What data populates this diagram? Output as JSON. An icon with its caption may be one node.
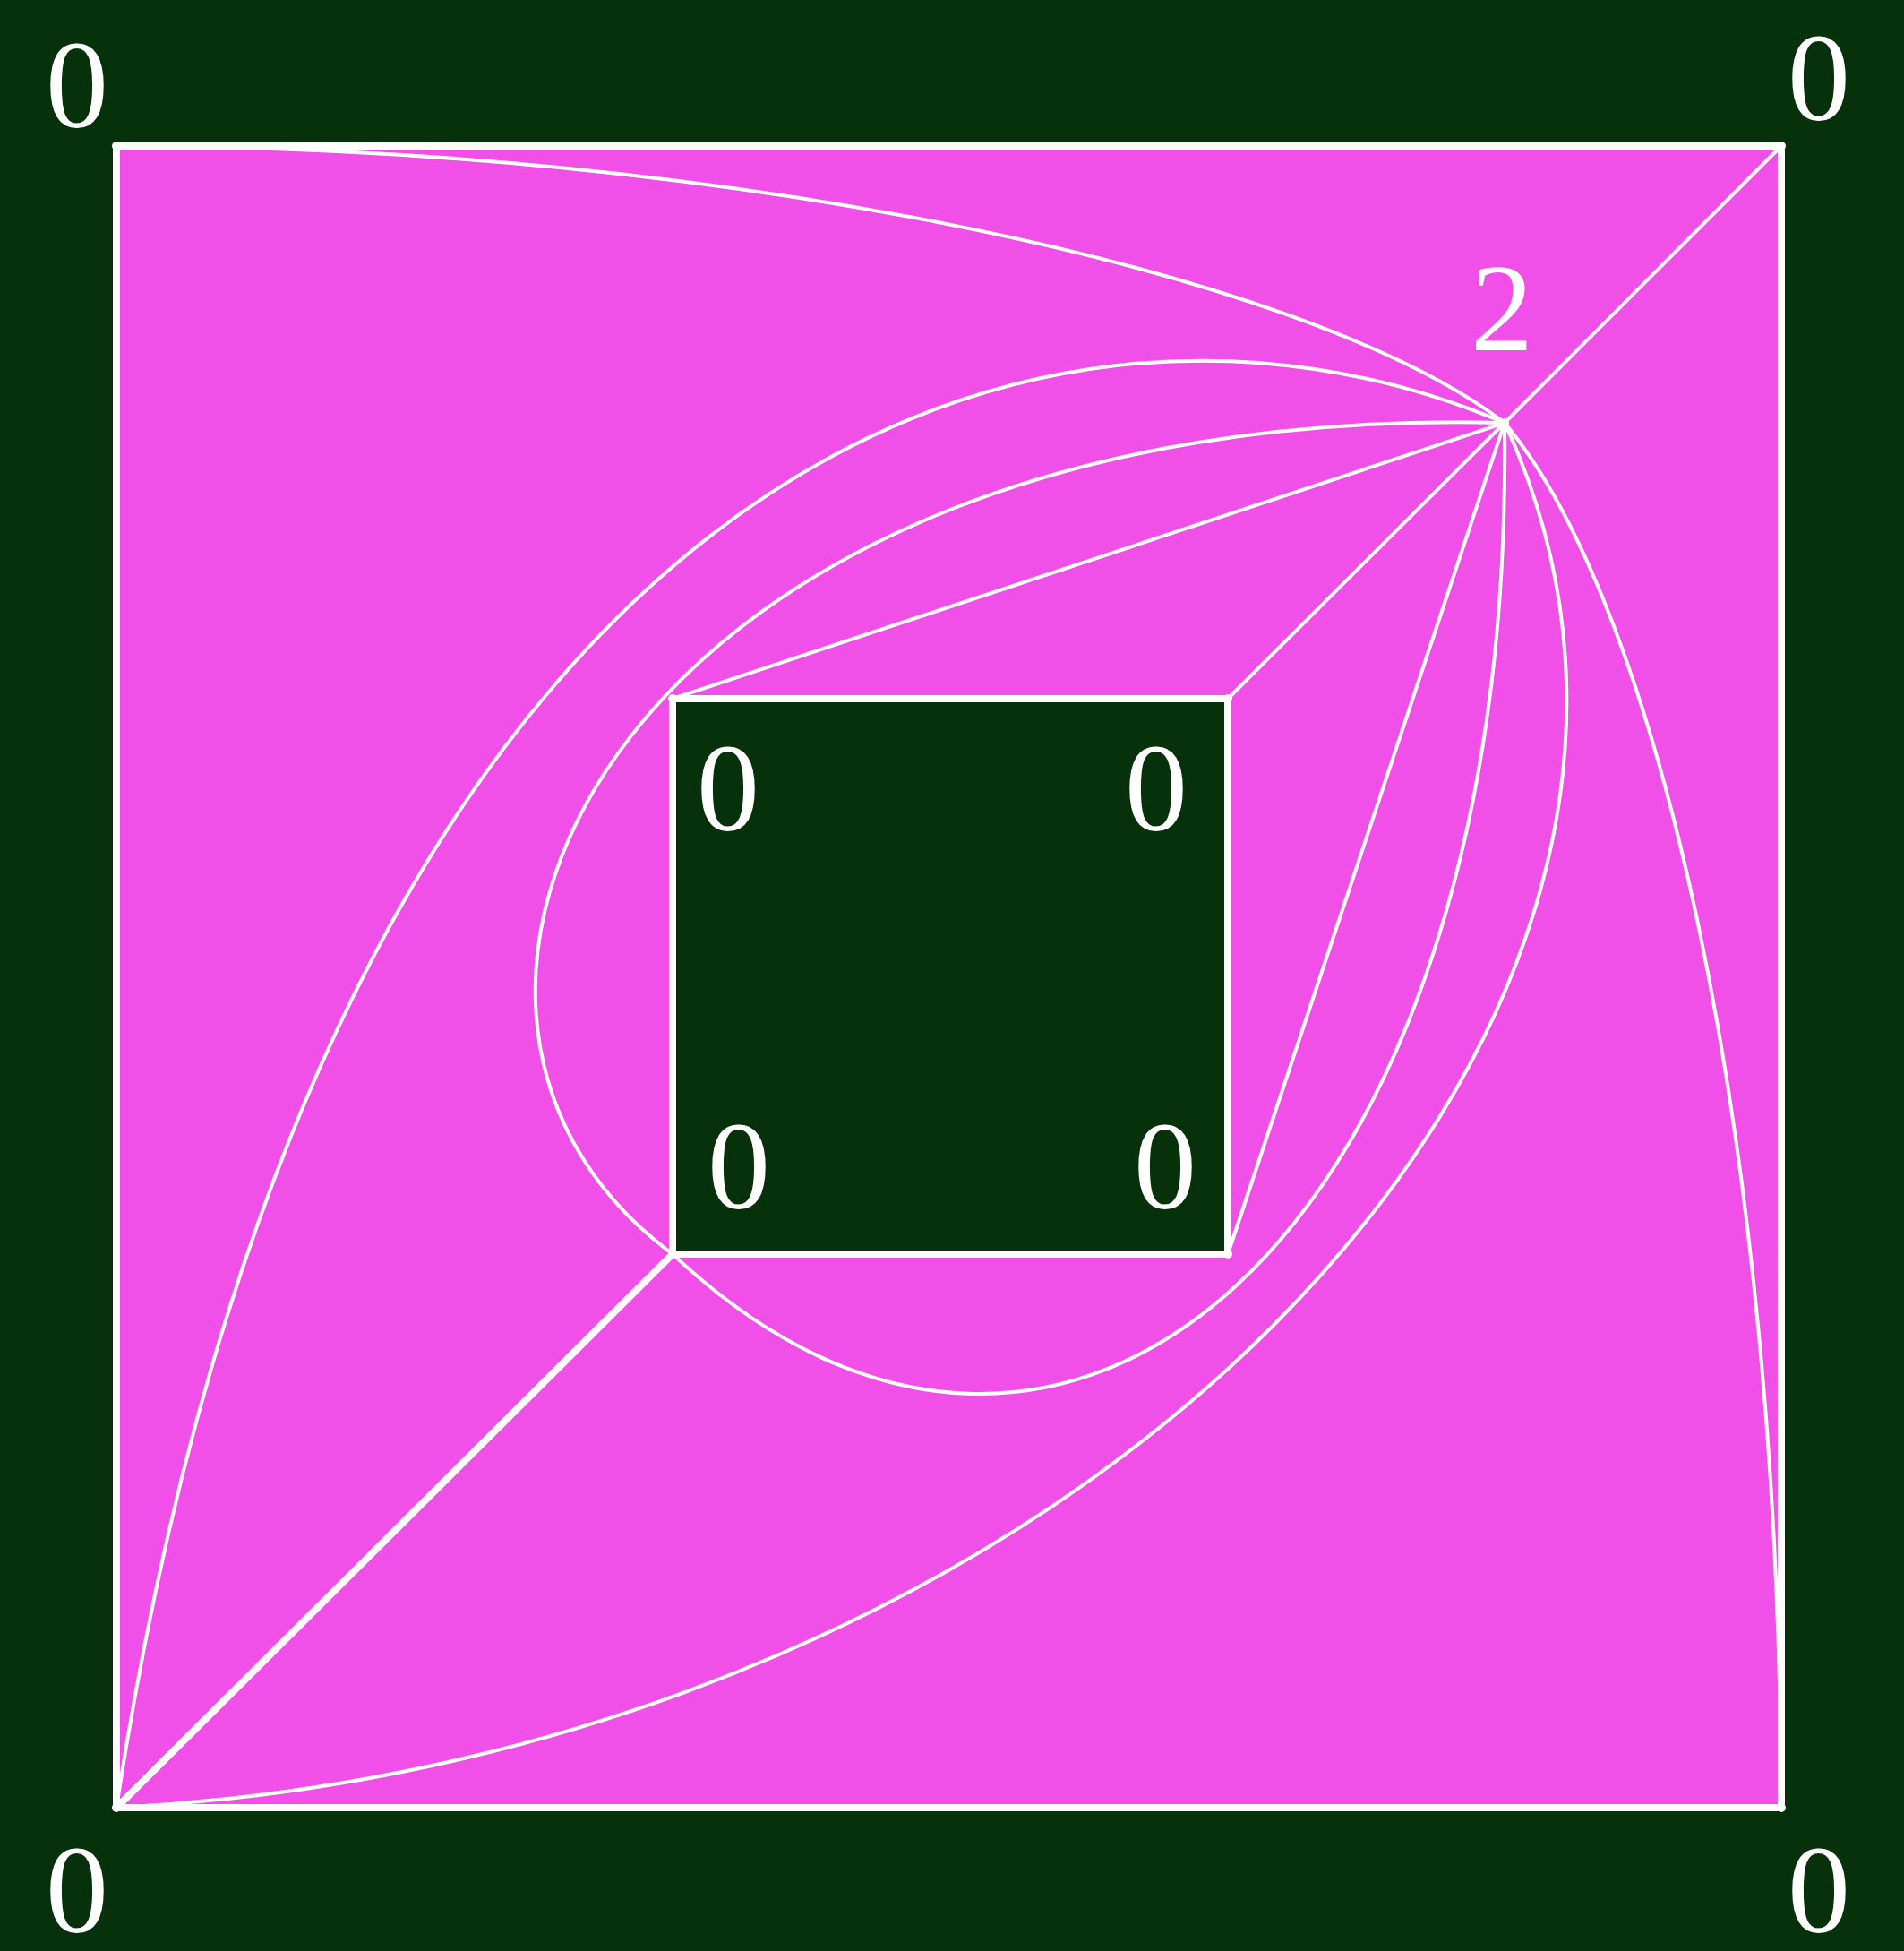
{
  "diagram": {
    "nodes": [
      {
        "text": [],
        "shape": "dot",
        "beside": [
          "0"
        ]
      },
      {
        "text": [],
        "shape": "dot",
        "beside": [
          "0"
        ]
      },
      {
        "text": [],
        "shape": "dot",
        "beside": [
          "2"
        ]
      },
      {
        "text": [],
        "shape": "dot",
        "beside": [
          "0"
        ]
      },
      {
        "text": [],
        "shape": "dot",
        "beside": [
          "0"
        ]
      },
      {
        "text": [],
        "shape": "dot",
        "beside": [
          "0"
        ]
      },
      {
        "text": [],
        "shape": "dot",
        "beside": [
          "0"
        ]
      },
      {
        "text": [],
        "shape": "dot",
        "beside": [
          "0"
        ]
      },
      {
        "text": [],
        "shape": "dot",
        "beside": [
          "0"
        ]
      }
    ],
    "edges": [
      {
        "from": 0,
        "to": 1,
        "arrow": "none",
        "style": "thick"
      },
      {
        "from": 1,
        "to": 8,
        "arrow": "none",
        "style": "thick"
      },
      {
        "from": 8,
        "to": 7,
        "arrow": "none",
        "style": "thick"
      },
      {
        "from": 7,
        "to": 0,
        "arrow": "none",
        "style": "thick"
      },
      {
        "from": 3,
        "to": 4,
        "arrow": "none",
        "style": "thick"
      },
      {
        "from": 4,
        "to": 6,
        "arrow": "none",
        "style": "thick"
      },
      {
        "from": 6,
        "to": 5,
        "arrow": "none",
        "style": "thick"
      },
      {
        "from": 5,
        "to": 3,
        "arrow": "none",
        "style": "thick"
      },
      {
        "from": 5,
        "to": 7,
        "arrow": "none",
        "style": "thick"
      },
      {
        "from": 2,
        "to": 1,
        "arrow": "none"
      },
      {
        "from": 2,
        "to": 4,
        "arrow": "none"
      },
      {
        "from": 2,
        "to": 3,
        "arrow": "none"
      },
      {
        "from": 2,
        "to": 6,
        "arrow": "none"
      },
      {
        "from": 2,
        "to": 0,
        "arrow": "none"
      },
      {
        "from": 2,
        "to": 7,
        "arrow": "none"
      },
      {
        "from": 2,
        "to": 5,
        "arrow": "none"
      },
      {
        "from": 2,
        "to": 5,
        "arrow": "none"
      },
      {
        "from": 2,
        "to": 7,
        "arrow": "none"
      },
      {
        "from": 2,
        "to": 8,
        "arrow": "none"
      }
    ]
  }
}
